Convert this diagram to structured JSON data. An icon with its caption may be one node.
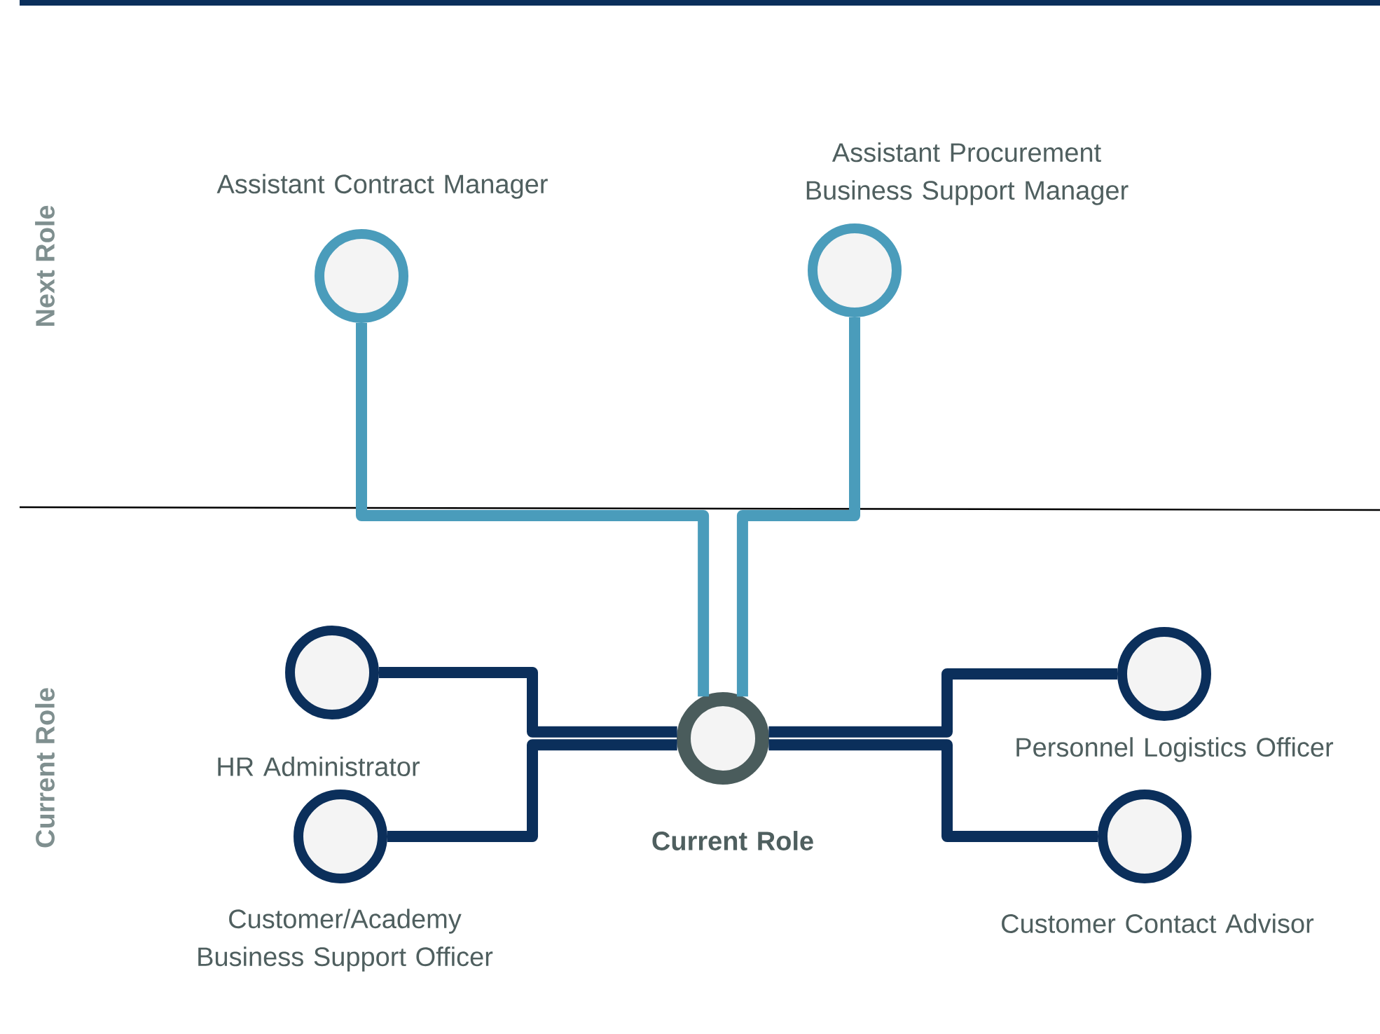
{
  "diagram": {
    "nodes": [
      {
        "text": [
          "Assistant Contract Manager"
        ]
      },
      {
        "text": [
          "Assistant Procurement Business Support Manager"
        ]
      },
      {
        "text": [
          "HR Administrator"
        ]
      },
      {
        "text": [
          "Customer/Academy Business Support Officer"
        ]
      },
      {
        "text": [
          "Current Role"
        ]
      },
      {
        "text": [
          "Personnel Logistics Officer"
        ]
      },
      {
        "text": [
          "Customer Contact Advisor"
        ]
      }
    ],
    "edges": [
      {
        "from": 4,
        "to": 0,
        "arrow": "none",
        "color": "#4a9cbb"
      },
      {
        "from": 4,
        "to": 1,
        "arrow": "none",
        "color": "#4a9cbb"
      },
      {
        "from": 4,
        "to": 2,
        "arrow": "none"
      },
      {
        "from": 4,
        "to": 3,
        "arrow": "none"
      },
      {
        "from": 4,
        "to": 5,
        "arrow": "none"
      },
      {
        "from": 4,
        "to": 6,
        "arrow": "none"
      }
    ],
    "labels": [
      "Next Role",
      "Current Role"
    ]
  }
}
